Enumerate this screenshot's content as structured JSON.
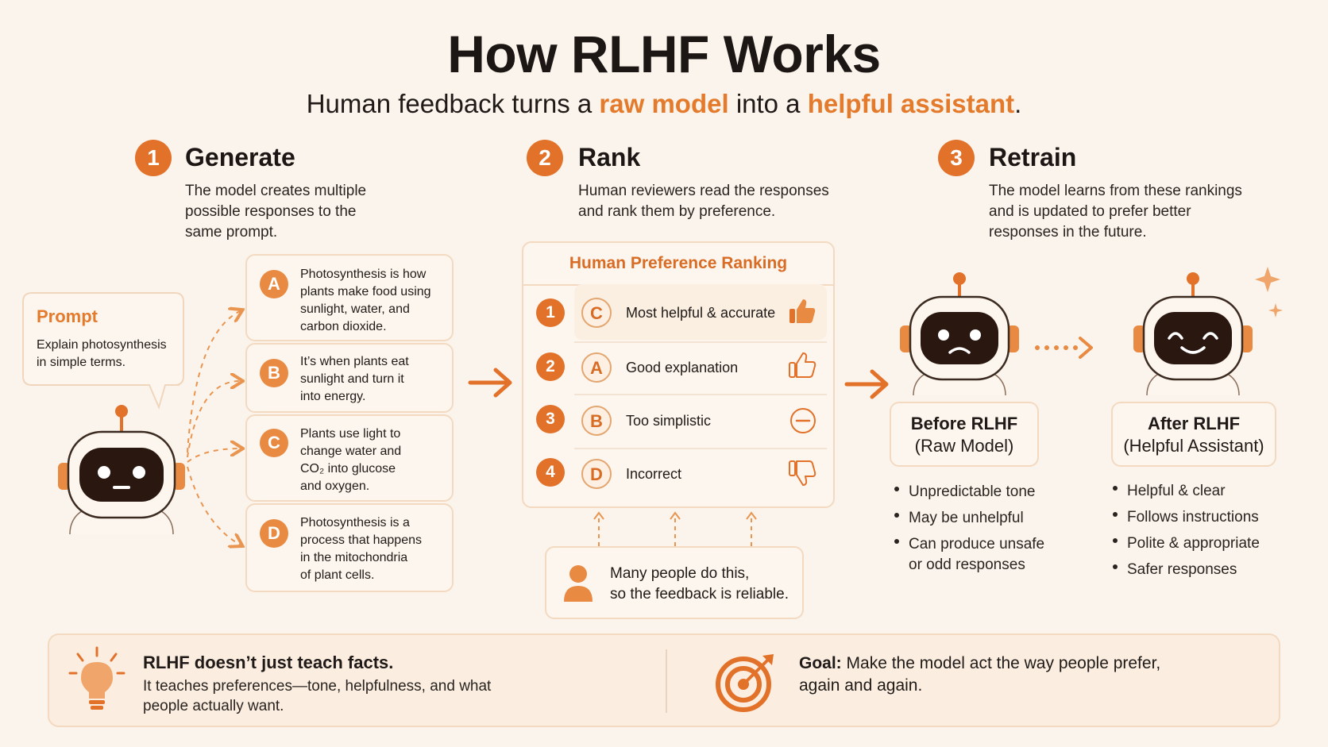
{
  "header": {
    "title": "How RLHF Works",
    "subtitle_before": "Human feedback turns a",
    "subtitle_hl1": "raw model",
    "subtitle_mid": "into a",
    "subtitle_hl2": "helpful assistant",
    "subtitle_end": "."
  },
  "steps": [
    {
      "num": "1",
      "title": "Generate",
      "desc_lines": [
        "The model creates multiple",
        "possible responses to the",
        "same prompt."
      ]
    },
    {
      "num": "2",
      "title": "Rank",
      "desc_lines": [
        "Human reviewers read the responses",
        "and rank them by preference."
      ]
    },
    {
      "num": "3",
      "title": "Retrain",
      "desc_lines": [
        "The model learns from these rankings",
        "and is updated to prefer better",
        "responses in the future."
      ]
    }
  ],
  "prompt": {
    "label": "Prompt",
    "lines": [
      "Explain photosynthesis",
      "in simple terms."
    ]
  },
  "responses": [
    {
      "letter": "A",
      "lines": [
        "Photosynthesis is how",
        "plants make food using",
        "sunlight, water, and",
        "carbon dioxide."
      ]
    },
    {
      "letter": "B",
      "lines": [
        "It’s when plants eat",
        "sunlight and turn it",
        "into energy."
      ]
    },
    {
      "letter": "C",
      "lines": [
        "Plants use light to",
        "change water and",
        "CO₂ into glucose",
        "and oxygen."
      ]
    },
    {
      "letter": "D",
      "lines": [
        "Photosynthesis is a",
        "process that happens",
        "in the mitochondria",
        "of plant cells."
      ]
    }
  ],
  "ranking": {
    "title": "Human Preference Ranking",
    "rows": [
      {
        "rank": "1",
        "letter": "C",
        "label": "Most helpful & accurate",
        "icon": "thumbs-up-filled-icon"
      },
      {
        "rank": "2",
        "letter": "A",
        "label": "Good explanation",
        "icon": "thumbs-up-outline-icon"
      },
      {
        "rank": "3",
        "letter": "B",
        "label": "Too simplistic",
        "icon": "minus-circle-icon"
      },
      {
        "rank": "4",
        "letter": "D",
        "label": "Incorrect",
        "icon": "thumbs-down-icon"
      }
    ],
    "note_lines": [
      "Many people do this,",
      "so the feedback is reliable."
    ]
  },
  "before": {
    "label_lines": [
      "Before RLHF",
      "(Raw Model)"
    ],
    "bullets": [
      "Unpredictable tone",
      "May be unhelpful",
      "Can produce unsafe",
      "or odd responses"
    ]
  },
  "after": {
    "label_lines": [
      "After RLHF",
      "(Helpful Assistant)"
    ],
    "bullets": [
      "Helpful & clear",
      "Follows instructions",
      "Polite & appropriate",
      "Safer responses"
    ]
  },
  "bottom": {
    "left_bold": "RLHF doesn’t just teach facts.",
    "left_lines": [
      "It teaches preferences—tone, helpfulness, and what",
      "people actually want."
    ],
    "right_bold": "Goal:",
    "right_line1": "Make the model act the way people prefer,",
    "right_line2": "again and again."
  },
  "colors": {
    "accent": "#e2712a",
    "card_border": "#f3d9c0",
    "background": "#fbf4ec"
  }
}
